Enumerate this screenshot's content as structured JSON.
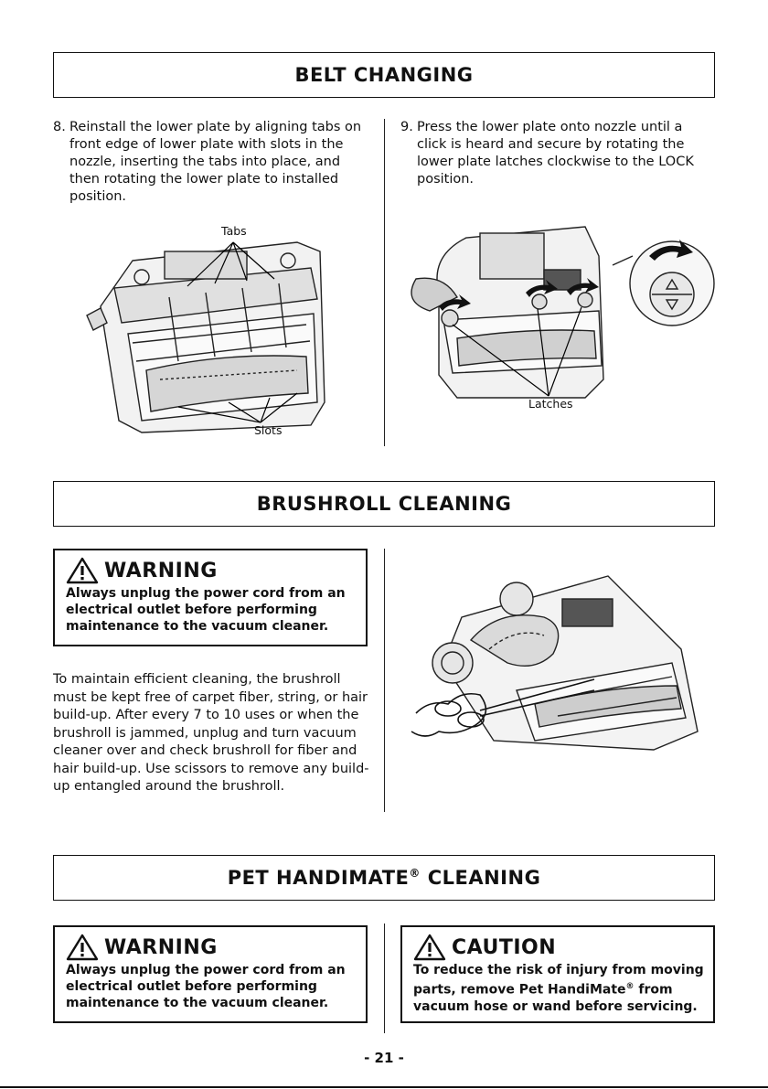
{
  "sections": {
    "belt": {
      "title": "BELT CHANGING"
    },
    "brushroll": {
      "title": "BRUSHROLL CLEANING"
    },
    "handimate": {
      "title": "PET HANDIMATE",
      "title_mark": "®",
      "title_suffix": " CLEANING"
    }
  },
  "belt_changing": {
    "step8": {
      "number": "8.",
      "text": "Reinstall the lower plate by aligning tabs on front edge of lower plate with slots in the nozzle, inserting the tabs into place, and then rotating the lower plate to installed position.",
      "label_tabs": "Tabs",
      "label_slots": "Slots"
    },
    "step9": {
      "number": "9.",
      "text": "Press the lower plate onto nozzle until a click is heard and secure by rotating the lower plate latches clockwise to the LOCK position.",
      "label_latches": "Latches"
    }
  },
  "brushroll_cleaning": {
    "warning": {
      "title": "WARNING",
      "text": "Always unplug the power cord from an electrical outlet before performing maintenance to the vacuum cleaner."
    },
    "paragraph": "To maintain efficient cleaning, the brushroll must be kept free of carpet fiber, string, or hair build-up. After every 7 to 10 uses or when the brushroll is jammed, unplug and turn vacuum cleaner over and check brushroll for fiber and hair build-up. Use scissors to remove any build-up entangled around the brushroll."
  },
  "handimate_cleaning": {
    "warning": {
      "title": "WARNING",
      "text": "Always unplug the power cord from an electrical outlet before performing maintenance to the vacuum cleaner."
    },
    "caution": {
      "title": "CAUTION",
      "text_before": "To reduce the risk of injury from moving parts, remove Pet HandiMate",
      "text_mark": "®",
      "text_after": " from vacuum hose or wand before servicing."
    }
  },
  "footer": {
    "page_number": "- 21 -"
  }
}
